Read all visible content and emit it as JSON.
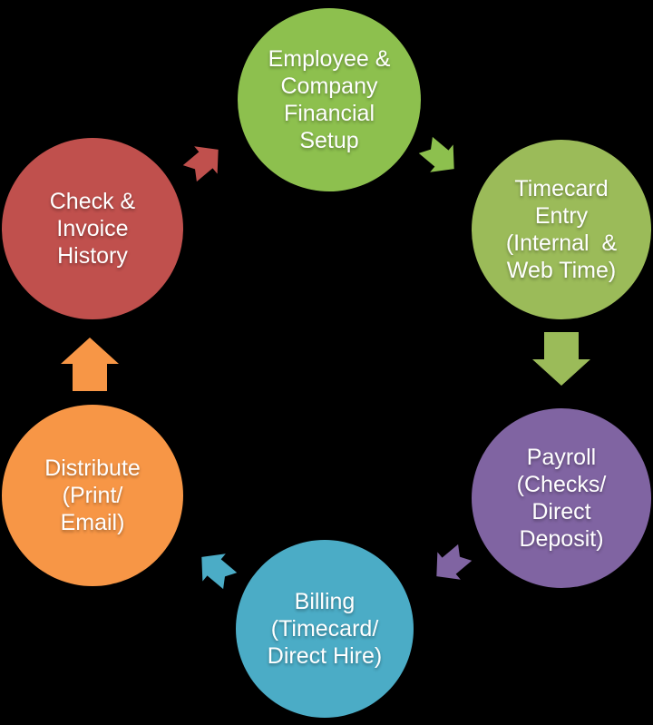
{
  "diagram": {
    "background_color": "#000000",
    "text_color": "#FFFFFF",
    "nodes": [
      {
        "id": "employee-company-financial-setup",
        "label": "Employee &\nCompany\nFinancial\nSetup",
        "color": "#8DC04E"
      },
      {
        "id": "timecard-entry",
        "label": "Timecard\nEntry\n(Internal  &\nWeb Time)",
        "color": "#9BBB59"
      },
      {
        "id": "payroll",
        "label": "Payroll\n(Checks/\nDirect\nDeposit)",
        "color": "#8064A2"
      },
      {
        "id": "billing",
        "label": "Billing\n(Timecard/\nDirect Hire)",
        "color": "#4BACC6"
      },
      {
        "id": "distribute",
        "label": "Distribute\n(Print/\nEmail)",
        "color": "#F79646"
      },
      {
        "id": "check-invoice-history",
        "label": "Check &\nInvoice\nHistory",
        "color": "#C0504D"
      }
    ],
    "arrows": [
      {
        "id": "setup-to-timecard",
        "from": "employee-company-financial-setup",
        "to": "timecard-entry",
        "direction": "southeast",
        "color": "#8DC04E"
      },
      {
        "id": "timecard-to-payroll",
        "from": "timecard-entry",
        "to": "payroll",
        "direction": "south",
        "color": "#9BBB59"
      },
      {
        "id": "payroll-to-billing",
        "from": "payroll",
        "to": "billing",
        "direction": "southwest",
        "color": "#8064A2"
      },
      {
        "id": "billing-to-distribute",
        "from": "billing",
        "to": "distribute",
        "direction": "northwest",
        "color": "#4BACC6"
      },
      {
        "id": "distribute-to-history",
        "from": "distribute",
        "to": "check-invoice-history",
        "direction": "north",
        "color": "#F79646"
      },
      {
        "id": "history-to-setup",
        "from": "check-invoice-history",
        "to": "employee-company-financial-setup",
        "direction": "northeast",
        "color": "#C0504D"
      }
    ]
  }
}
